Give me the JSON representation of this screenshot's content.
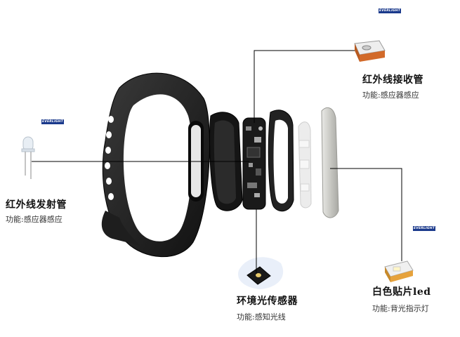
{
  "brand": "EVERLIGHT",
  "components": [
    {
      "name": "红外线接收管",
      "function": "功能:感应器感应"
    },
    {
      "name": "红外线发射管",
      "function": "功能:感应器感应"
    },
    {
      "name": "环境光传感器",
      "function": "功能:感知光线"
    },
    {
      "name": "白色贴片led",
      "function": "功能:背光指示灯"
    }
  ]
}
